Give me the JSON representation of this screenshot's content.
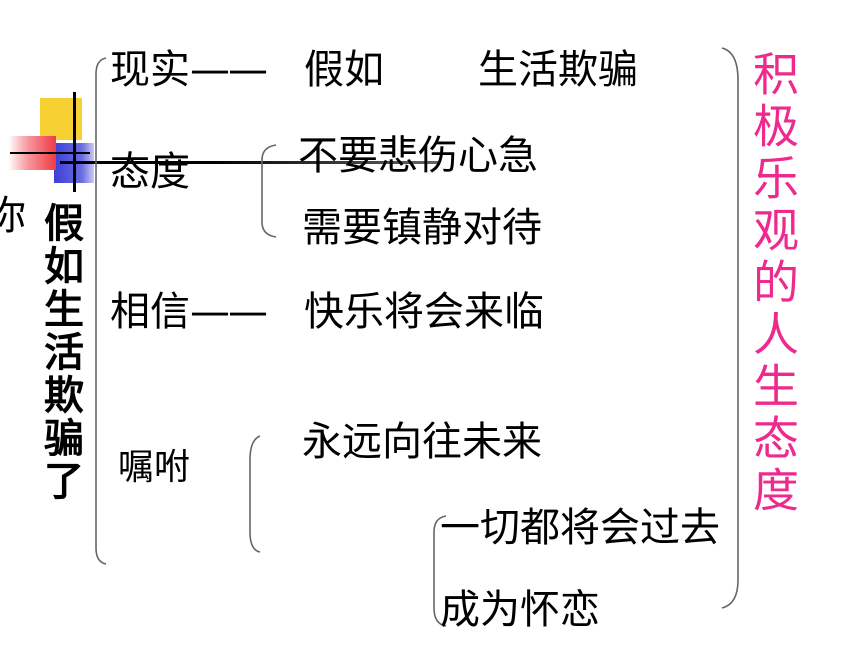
{
  "side": {
    "prefix": "你",
    "title": "假如生活欺骗了"
  },
  "rows": {
    "reality_label": "现实",
    "reality_dash": "——",
    "reality_text": "假如",
    "reality_text2": "生活欺骗",
    "attitude_label": "态度",
    "attitude_item1": "不要悲伤心急",
    "attitude_item2": "需要镇静对待",
    "belief_label": "相信",
    "belief_dash": "——",
    "belief_text": "快乐将会来临",
    "advice_label": "嘱咐",
    "advice_item1": "永远向往未来",
    "advice_sub1": "一切都将会过去",
    "advice_sub2": "成为怀恋"
  },
  "conclusion": "积极乐观的人生态度",
  "colors": {
    "accent_pink": "#ee2a8f",
    "deco_yellow": "#f7d033",
    "deco_blue": "#3c3fd6",
    "deco_red": "#ef3a43"
  }
}
